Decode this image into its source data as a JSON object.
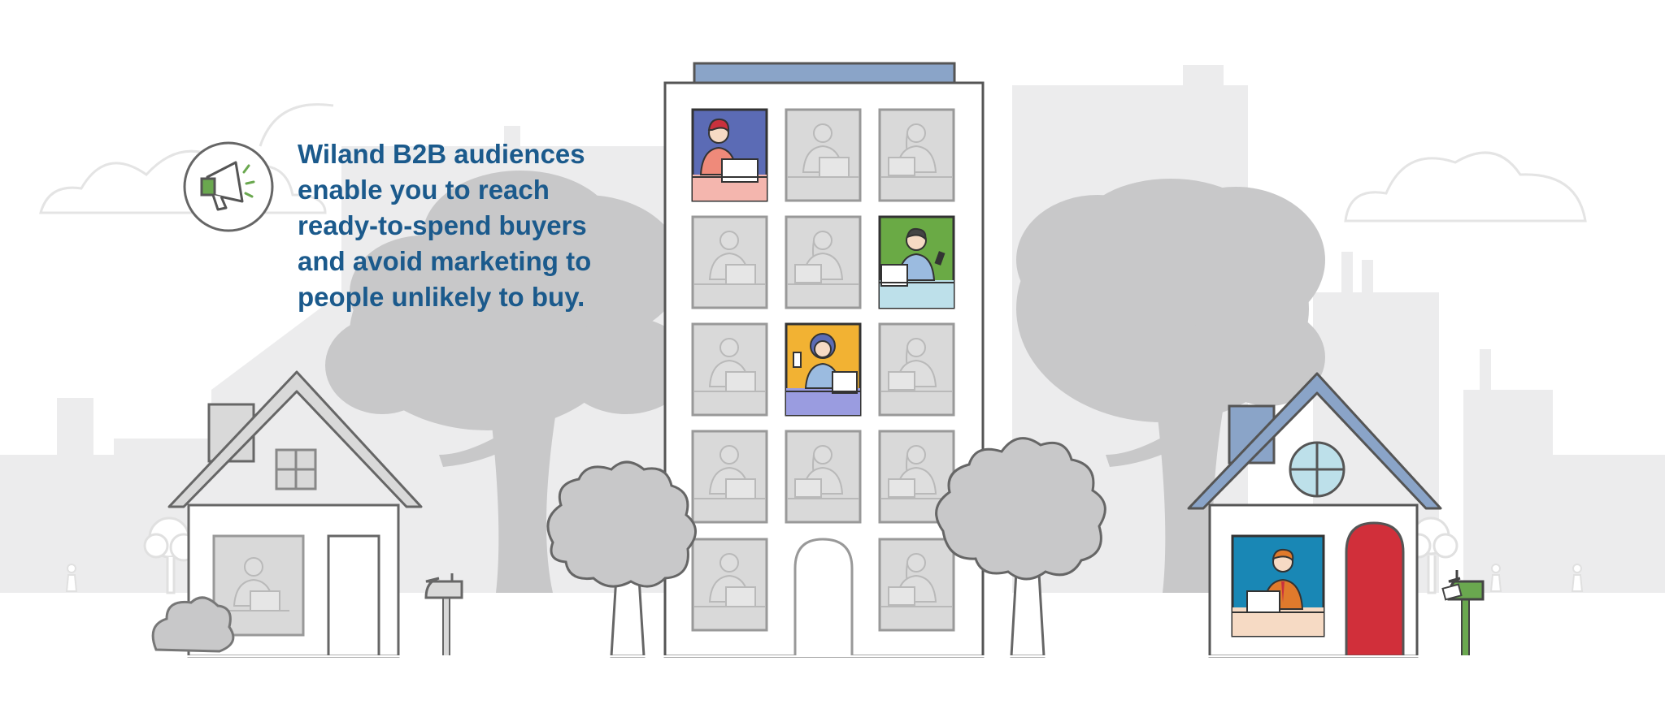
{
  "headline": {
    "lines": [
      "Wiland B2B audiences",
      "enable you to reach",
      "ready-to-spend buyers",
      "and avoid marketing to",
      "people unlikely to buy."
    ]
  },
  "icons": {
    "badge": "megaphone-icon",
    "left_mailbox": "mailbox-icon",
    "right_mailbox": "mailbox-with-letter-icon"
  },
  "colors": {
    "headline": "#1b5a8c",
    "megaphone_accent": "#6aa84f",
    "window_blue": "#5b6bb5",
    "window_green": "#6aaa45",
    "window_yellow": "#f2b233",
    "window_teal": "#1987b5",
    "door_red": "#d12f3a",
    "roof_blue": "#8aa4c8",
    "tree_gray": "#c8c8c9",
    "skyline_gray": "#ececed"
  }
}
